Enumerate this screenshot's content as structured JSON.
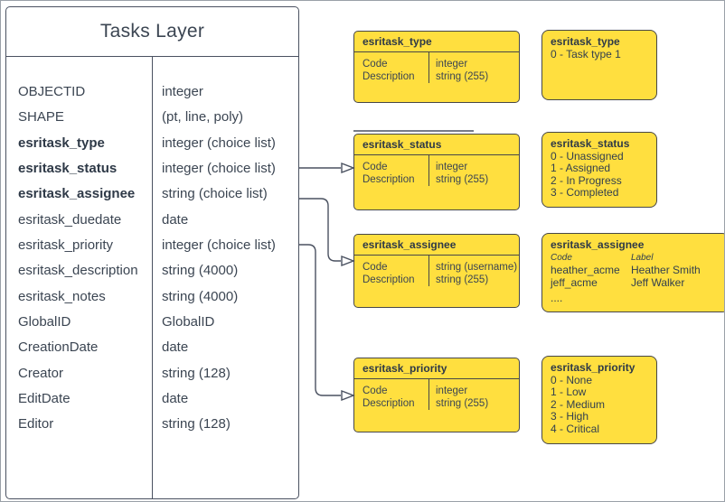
{
  "table": {
    "title": "Tasks Layer",
    "rows": [
      {
        "name": "OBJECTID",
        "type": "integer",
        "bold": false
      },
      {
        "name": "SHAPE",
        "type": "(pt, line, poly)",
        "bold": false
      },
      {
        "name": "esritask_type",
        "type": "integer (choice list)",
        "bold": true
      },
      {
        "name": "esritask_status",
        "type": "integer (choice list)",
        "bold": true
      },
      {
        "name": "esritask_assignee",
        "type": "string (choice list)",
        "bold": true
      },
      {
        "name": "esritask_duedate",
        "type": "date",
        "bold": false
      },
      {
        "name": "esritask_priority",
        "type": "integer (choice list)",
        "bold": false
      },
      {
        "name": "esritask_description",
        "type": "string (4000)",
        "bold": false
      },
      {
        "name": "esritask_notes",
        "type": "string (4000)",
        "bold": false
      },
      {
        "name": "GlobalID",
        "type": "GlobalID",
        "bold": false
      },
      {
        "name": "CreationDate",
        "type": "date",
        "bold": false
      },
      {
        "name": "Creator",
        "type": "string (128)",
        "bold": false
      },
      {
        "name": "EditDate",
        "type": "date",
        "bold": false
      },
      {
        "name": "Editor",
        "type": "string (128)",
        "bold": false
      }
    ]
  },
  "schema_boxes": [
    {
      "title": "esritask_type",
      "code_label": "Code",
      "desc_label": "Description",
      "code_type": "integer",
      "desc_type": "string (255)"
    },
    {
      "title": "esritask_status",
      "code_label": "Code",
      "desc_label": "Description",
      "code_type": "integer",
      "desc_type": "string (255)"
    },
    {
      "title": "esritask_assignee",
      "code_label": "Code",
      "desc_label": "Description",
      "code_type": "string (username)",
      "desc_type": "string (255)"
    },
    {
      "title": "esritask_priority",
      "code_label": "Code",
      "desc_label": "Description",
      "code_type": "integer",
      "desc_type": "string (255)"
    }
  ],
  "domain_boxes": {
    "type": {
      "title": "esritask_type",
      "items": [
        "0 - Task type 1"
      ]
    },
    "status": {
      "title": "esritask_status",
      "items": [
        "0 - Unassigned",
        "1 - Assigned",
        "2 - In Progress",
        "3 - Completed"
      ]
    },
    "assignee": {
      "title": "esritask_assignee",
      "col_headers": [
        "Code",
        "Label"
      ],
      "rows": [
        [
          "heather_acme",
          "Heather Smith"
        ],
        [
          "jeff_acme",
          "Jeff Walker"
        ]
      ],
      "ellipsis": "...."
    },
    "priority": {
      "title": "esritask_priority",
      "items": [
        "0 - None",
        "1 - Low",
        "2 - Medium",
        "3 - High",
        "4 - Critical"
      ]
    }
  },
  "colors": {
    "box_fill": "#FFDF3F",
    "box_border": "#474747",
    "connector": "#4A5160",
    "text": "#3B4552"
  }
}
